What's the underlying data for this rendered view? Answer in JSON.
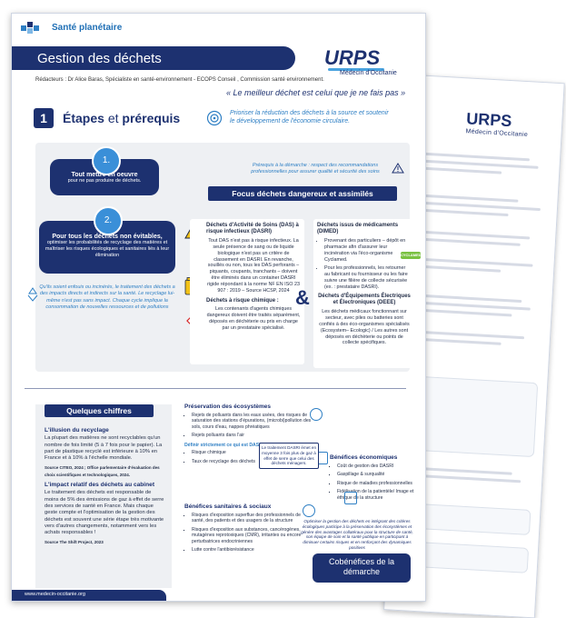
{
  "brand": "Santé planétaire",
  "title": "Gestion des déchets",
  "logo": {
    "name": "URPS",
    "sub": "Médecin d'Occitanie"
  },
  "authors": "Rédacteurs : Dr Alice Baras, Spécialiste en santé-environnement - ECOPS Conseil , Commission santé environnement.",
  "quote": "« Le meilleur déchet est celui que je ne fais pas »",
  "section": {
    "number": "1",
    "title_bold": "Étapes",
    "title_plain": "et",
    "title_bold2": "prérequis"
  },
  "aim": [
    "Prioriser la réduction des déchets à la source et soutenir",
    "le développement de l'économie circulaire."
  ],
  "steps": [
    {
      "n": "1.",
      "head": "Tout mettre en oeuvre",
      "sub": "pour ne pas produire de déchets."
    },
    {
      "n": "2.",
      "head": "Pour tous les déchets non évitables,",
      "sub": "optimiser les probabilités de recyclage des matières et maîtriser les risques écologiques et sanitaires liés à leur élimination"
    }
  ],
  "note_left": "Qu'ils soient enfouis ou incinérés, le traitement des déchets a des impacts directs et indirects sur la santé. Le recyclage lui-même n'est pas sans impact. Chaque cycle implique la consommation de nouvelles ressources et de pollutions",
  "prereq": "Prérequis à la démarche : respect des recommandations professionnelles pour assurer qualité et sécurité des soins",
  "focus": "Focus déchets dangereux et assimilés",
  "das": {
    "head": "Déchets d'Activité de Soins (DAS) à risque infectieux (DASRI)",
    "text": "Tout DAS n'est pas à risque infectieux. La seule présence de sang ou de liquide biologique n'est pas un critère de classement en DASRI. En revanche, souillés ou non, tous les DAS perforants – piquants, coupants, tranchants – doivent être éliminés dans un container DASRI rigide répondant à la norme NF EN ISO 23 907 : 2019 – Source HCSP, 2024",
    "chem_head": "Déchets à risque chimique :",
    "chem_text": "Les contenants d'agents chimiques dangereux doivent être traités séparément, déposés en déchèterie ou pris en charge par un prestataire spécialisé."
  },
  "dimed": {
    "head": "Déchets issus de médicaments (DIMED)",
    "items": [
      "Provenant des particuliers – dépôt en pharmacie afin d'assurer leur incinération via l'éco-organisme Cyclamed.",
      "Pour les professionnels, les retourner au fabricant ou fournisseur ou les faire suivre une filière de collecte sécurisée (ex. : prestataire DASRI)."
    ],
    "badge": "CYCLAMED",
    "deee_head": "Déchets d'Équipements Électriques et Électroniques (DEEE)",
    "deee_text": "Les déchets médicaux fonctionnant sur secteur, avec piles ou batteries sont confiés à des éco-organismes spécialisés (Ecosystem– Ecologic) / Les autres sont déposés en déchèterie ou points de collecte spécifiques."
  },
  "amp": "&",
  "chiffres": {
    "title": "Quelques chiffres",
    "blocks": [
      {
        "h": "L'illusion du recyclage",
        "t": "La plupart des matières ne sont recyclables qu'un nombre de fois limité (5 à 7 fois pour le papier). La part de plastique recyclé est inférieure à 10% en France et à 10% à l'échelle mondiale.",
        "src": "Source CITEO, 2024 ; Office parlementaire d'évaluation des choix scientifiques et technologiques, 2024."
      },
      {
        "h": "L'impact relatif des déchets au cabinet",
        "t": "Le traitement des déchets est responsable de moins de 5% des émissions de gaz à effet de serre des services de santé en France. Mais chaque geste compte et l'optimisation de la gestion des déchets est souvent une série étape très motivante vers d'autres changements, notamment vers les achats responsables !",
        "src": "Source The Shift Project, 2023"
      }
    ]
  },
  "footer": "www.medecin-occitanie.org",
  "eco": {
    "h": "Préservation des écosystèmes",
    "items": [
      "Rejets de polluants dans les eaux usées, des risques de saturation des stations d'épurations, (microbi)pollution des sols, cours d'eau, nappes phréatiques",
      "Rejets polluants dans l'air"
    ],
    "callout": "Le traitement DASRI émet en moyenne 3 fois plus de gaz à effet de serre que celui des déchets ménagers.",
    "def": "Définir strictement ce qui est DASRI de ce qui est DAS",
    "subs": [
      "Risque chimique",
      "Taux de recyclage des déchets"
    ]
  },
  "sanit": {
    "h": "Bénéfices sanitaires & sociaux",
    "items": [
      "Risques d'exposition superflue des professionnels de santé, des patients et des usagers de la structure",
      "Risques d'exposition aux substances, cancérogènes, mutagènes reprotoxiques (CMR), irritantes ou encore perturbatrices endocriniennes",
      "Lutte contre l'antibiorésistance"
    ]
  },
  "econ": {
    "h": "Bénéfices économiques",
    "items": [
      "Coût de gestion des DASRI",
      "Gaspillage & surqualité",
      "Risque de maladies professionnelles",
      "Fidélisation de la patientèle/ Image et éthique de la structure"
    ]
  },
  "opt": "Optimiser la gestion des déchets en intégrant des critères écologiques participe à la préservation des écosystèmes et génère des avantages collatéraux pour la structure de santé, son équipe de soin et la santé publique en participant à diminuer certains risques et en renforçant des dynamiques positives",
  "benefit": "Cobénéfices de la démarche",
  "colors": {
    "navy": "#1d3170",
    "blue": "#2e7fc4",
    "panel": "#eef0f3"
  },
  "back_page": {
    "logo": "URPS",
    "sub": "Médecin d'Occitanie"
  }
}
